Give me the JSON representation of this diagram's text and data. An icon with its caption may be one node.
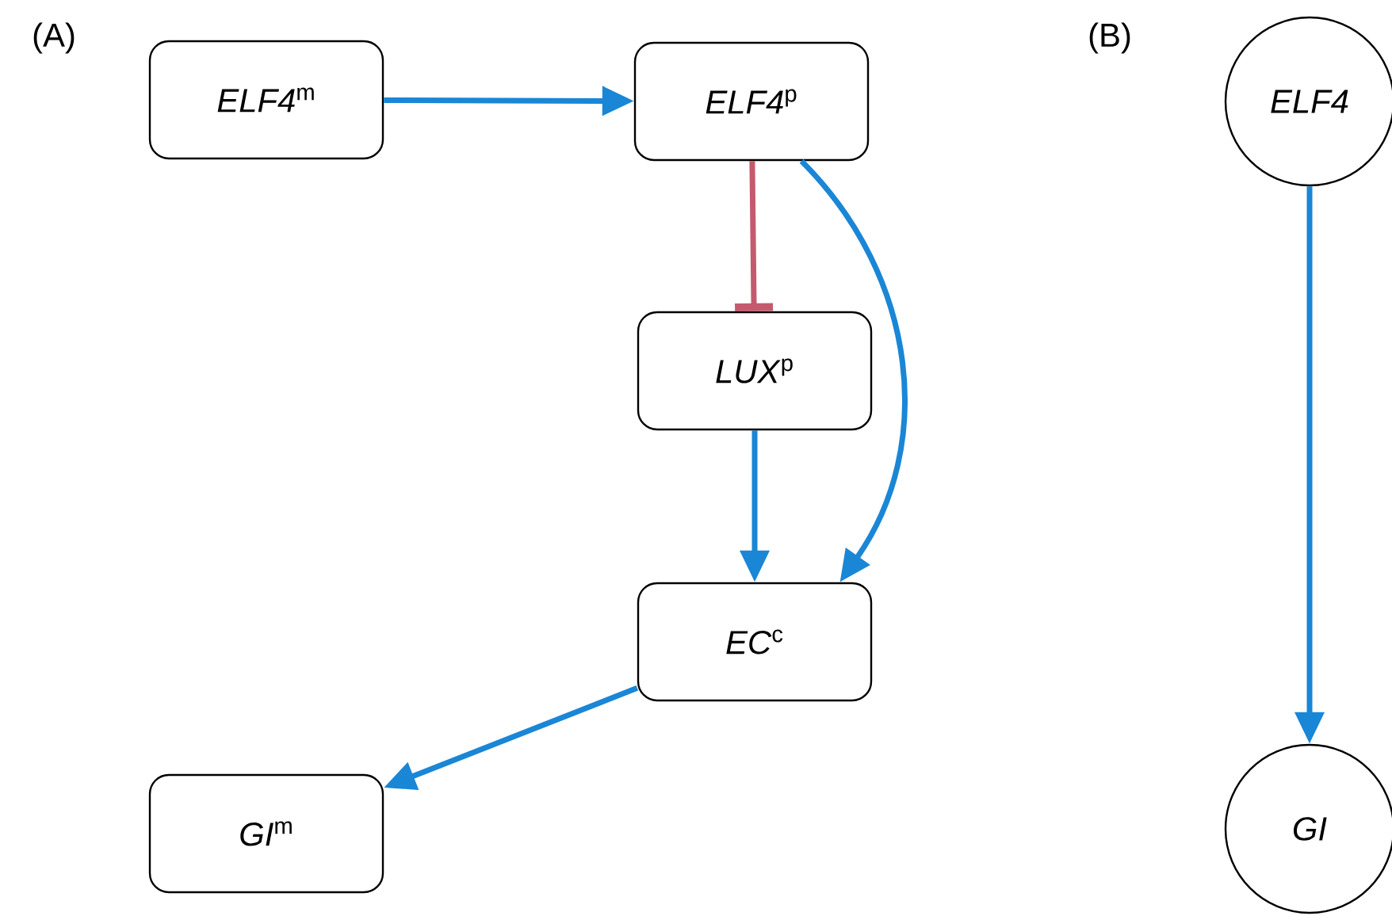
{
  "diagram": {
    "nodes": [
      {
        "text": [
          "*ELF4*$^{m}$"
        ]
      },
      {
        "text": [
          "*ELF4*$^{p}$"
        ]
      },
      {
        "text": [
          "*LUX*$^{p}$"
        ]
      },
      {
        "text": [
          "*EC*$^{c}$"
        ]
      },
      {
        "text": [
          "*GI*$^{m}$"
        ]
      },
      {
        "text": [
          "ELF4"
        ]
      },
      {
        "text": [
          "GI"
        ]
      }
    ],
    "edges": [
      {
        "from": 0,
        "to": 1,
        "arrow": "to"
      },
      {
        "from": 1,
        "to": 2,
        "arrow": "other",
        "color": "#c45a6e"
      },
      {
        "from": 2,
        "to": 3,
        "arrow": "to"
      },
      {
        "from": 1,
        "to": 3,
        "arrow": "to"
      },
      {
        "from": 3,
        "to": 4,
        "arrow": "to"
      },
      {
        "from": 5,
        "to": 6,
        "arrow": "to"
      }
    ],
    "labels": [
      "(A)",
      "(B)"
    ]
  }
}
